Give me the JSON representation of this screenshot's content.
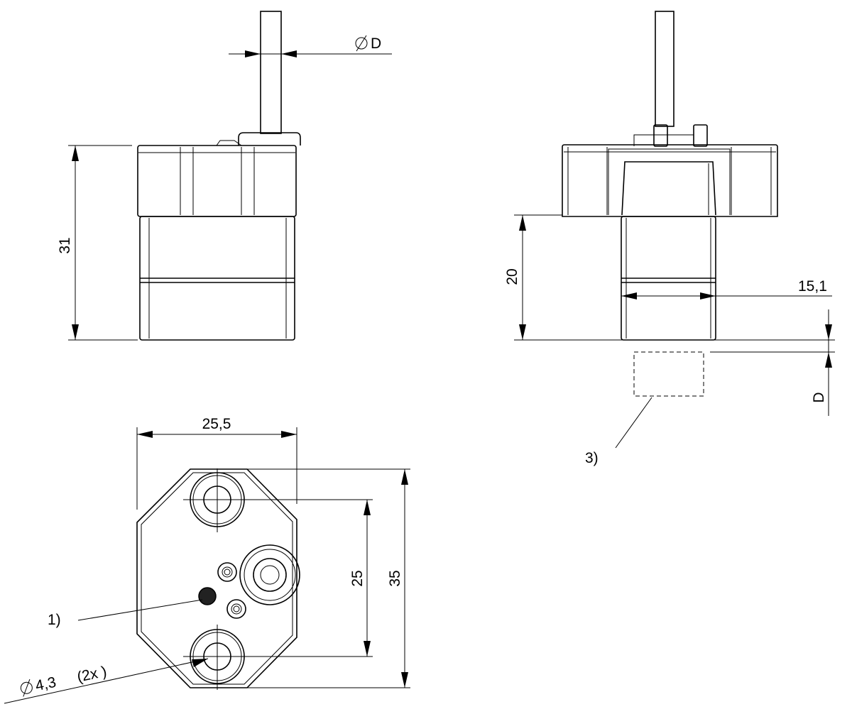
{
  "dimensions": {
    "diameter_d": "D",
    "height_31": "31",
    "height_20": "20",
    "width_15_1": "15,1",
    "distance_d": "D",
    "width_25_5": "25,5",
    "hole_spacing_25": "25",
    "length_35": "35",
    "hole_diameter": "4,3",
    "hole_count": "(2x )"
  },
  "callouts": {
    "callout_1": "1)",
    "callout_3": "3)"
  },
  "colors": {
    "line": "#000000",
    "background": "#ffffff"
  }
}
